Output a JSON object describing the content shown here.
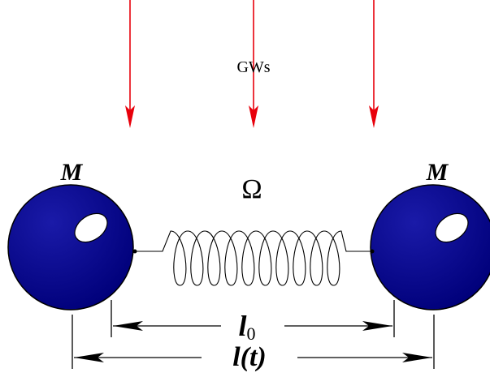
{
  "diagram": {
    "incoming_label": "GWs",
    "mass_left_label": "M",
    "mass_right_label": "M",
    "spring_label": "Ω",
    "rest_length_symbol": "l",
    "rest_length_subscript": "0",
    "length_label": "l(t)",
    "colors": {
      "arrow": "#e8000b",
      "mass": "#00008b",
      "line": "#000000"
    }
  }
}
